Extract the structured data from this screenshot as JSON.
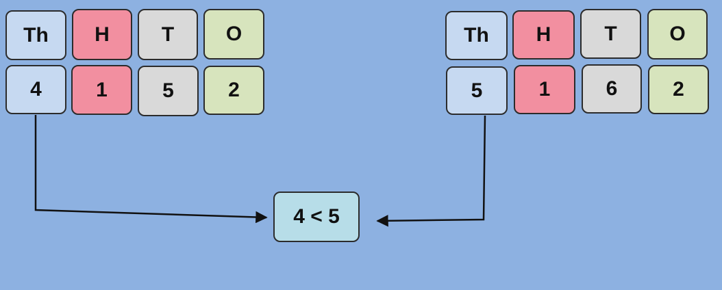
{
  "left_number": {
    "headers": [
      "Th",
      "H",
      "T",
      "O"
    ],
    "digits": [
      "4",
      "1",
      "5",
      "2"
    ]
  },
  "right_number": {
    "headers": [
      "Th",
      "H",
      "T",
      "O"
    ],
    "digits": [
      "5",
      "1",
      "6",
      "2"
    ]
  },
  "comparison": "4 < 5",
  "colors": {
    "background": "#8db1e1",
    "thousands": "#c6d9f1",
    "hundreds": "#f28fa0",
    "tens": "#d9d9d9",
    "ones": "#d7e4bd",
    "result": "#b7dde8"
  }
}
